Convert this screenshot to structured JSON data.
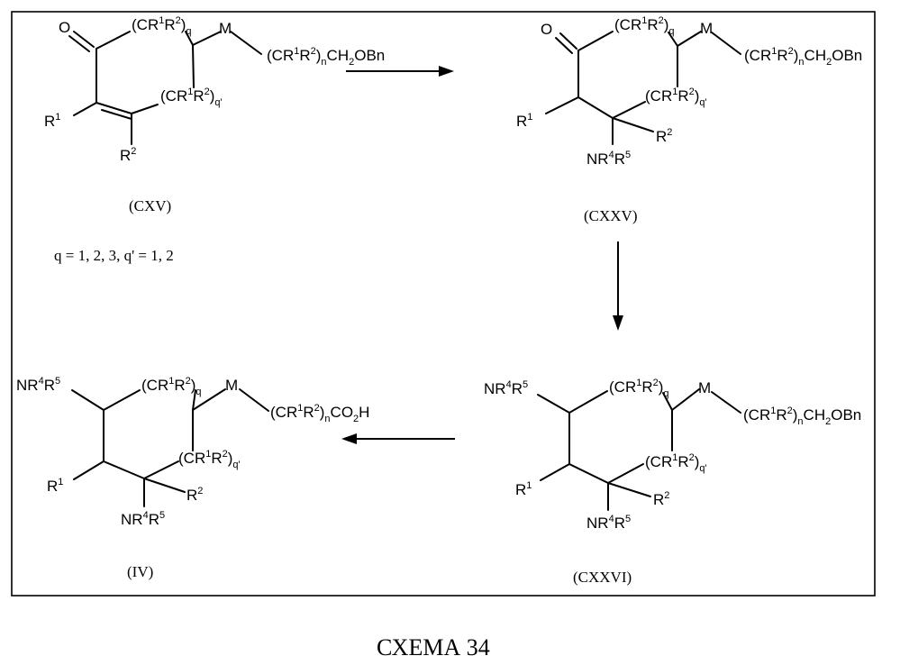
{
  "figure": {
    "caption": "СХЕМА 34",
    "condition": "q = 1, 2, 3, q' = 1, 2"
  },
  "compounds": [
    {
      "id": "CXV",
      "label": "(CXV)"
    },
    {
      "id": "CXXV",
      "label": "(CXXV)"
    },
    {
      "id": "CXXVI",
      "label": "(CXXVI)"
    },
    {
      "id": "IV",
      "label": "(IV)"
    }
  ],
  "atoms": {
    "oxygen": "O",
    "r1": {
      "main": "R",
      "sup": "1"
    },
    "r2": {
      "main": "R",
      "sup": "2"
    },
    "linker": "M",
    "ring_q": {
      "t1": "(CR",
      "s1": "1",
      "t2": "R",
      "s2": "2",
      "t3": ")",
      "sub": "q"
    },
    "ring_qp": {
      "t1": "(CR",
      "s1": "1",
      "t2": "R",
      "s2": "2",
      "t3": ")",
      "sub": "q'"
    },
    "chain_obn": {
      "t1": "(CR",
      "s1": "1",
      "t2": "R",
      "s2": "2",
      "t3": ")",
      "sub1": "n",
      "t4": "CH",
      "sub2": "2",
      "t5": "OBn"
    },
    "chain_acid": {
      "t1": "(CR",
      "s1": "1",
      "t2": "R",
      "s2": "2",
      "t3": ")",
      "sub1": "n",
      "t4": "CO",
      "sub2": "2",
      "t5": "H"
    },
    "amine": {
      "t1": "NR",
      "s1": "4",
      "t2": "R",
      "s2": "5"
    }
  }
}
